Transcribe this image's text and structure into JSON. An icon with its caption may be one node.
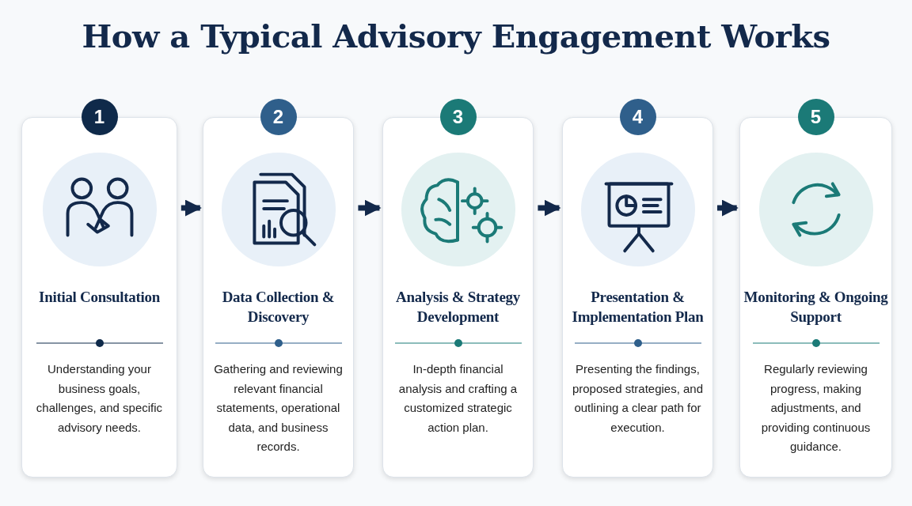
{
  "diagram": {
    "title": "How a Typical Advisory Engagement Works",
    "nodes": [
      {
        "text": [
          "1",
          "Initial Consultation",
          "Understanding your business goals, challenges, and specific advisory needs."
        ]
      },
      {
        "text": [
          "2",
          "Data Collection & Discovery",
          "Gathering and reviewing relevant financial statements, operational data, and business records."
        ]
      },
      {
        "text": [
          "3",
          "Analysis & Strategy Development",
          "In-depth financial analysis and crafting a customized strategic action plan."
        ]
      },
      {
        "text": [
          "4",
          "Presentation & Implementation Plan",
          "Presenting the findings, proposed strategies, and outlining a clear path for execution."
        ]
      },
      {
        "text": [
          "5",
          "Monitoring & Ongoing Support",
          "Regularly reviewing progress, making adjustments, and providing continuous guidance."
        ]
      }
    ],
    "edges": [
      {
        "from": 0,
        "to": 1,
        "arrow": "to"
      },
      {
        "from": 1,
        "to": 2,
        "arrow": "to"
      },
      {
        "from": 2,
        "to": 3,
        "arrow": "to"
      },
      {
        "from": 3,
        "to": 4,
        "arrow": "to"
      }
    ]
  }
}
